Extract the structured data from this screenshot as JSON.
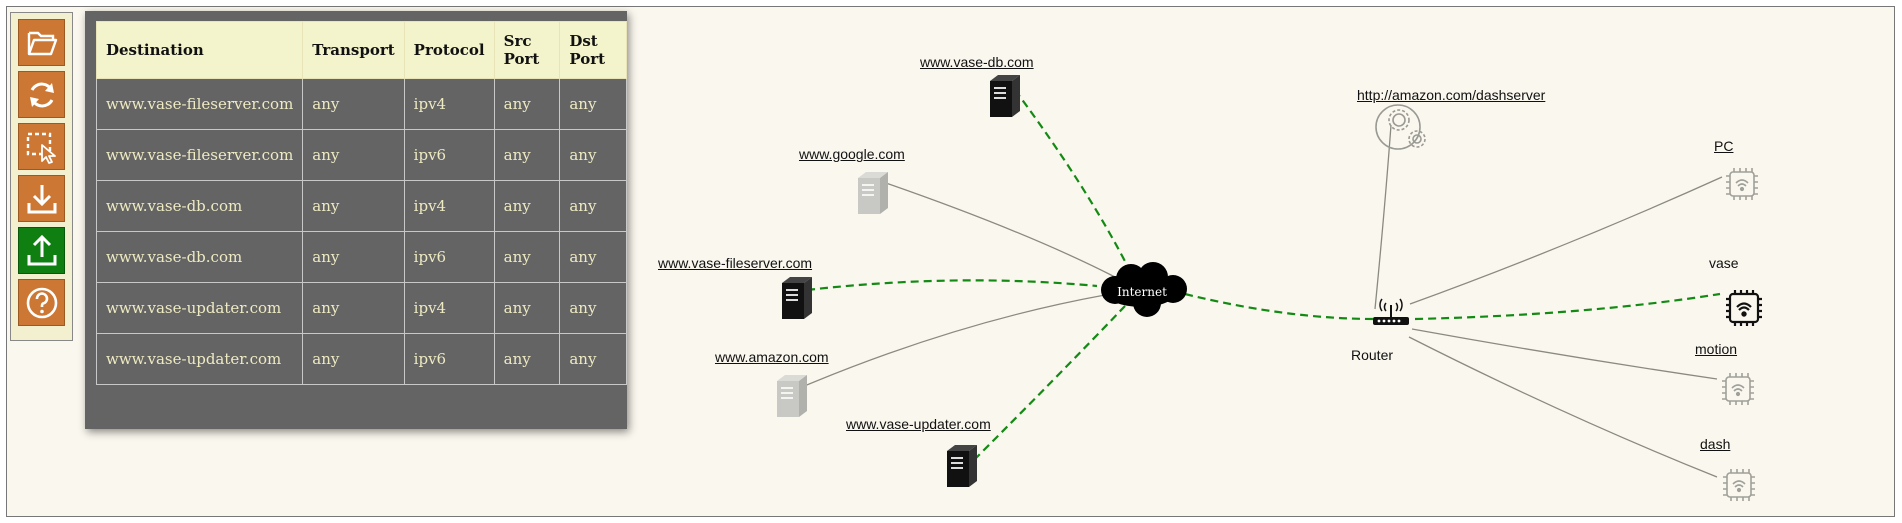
{
  "toolbar": {
    "buttons": [
      {
        "name": "open-button",
        "icon": "folder-open-icon"
      },
      {
        "name": "refresh-button",
        "icon": "refresh-icon"
      },
      {
        "name": "select-button",
        "icon": "selection-cursor-icon"
      },
      {
        "name": "download-button",
        "icon": "download-icon"
      },
      {
        "name": "upload-button",
        "icon": "upload-icon",
        "active": true
      },
      {
        "name": "help-button",
        "icon": "help-icon"
      }
    ]
  },
  "table": {
    "headers": [
      "Destination",
      "Transport",
      "Protocol",
      "Src Port",
      "Dst Port"
    ],
    "rows": [
      [
        "www.vase-fileserver.com",
        "any",
        "ipv4",
        "any",
        "any"
      ],
      [
        "www.vase-fileserver.com",
        "any",
        "ipv6",
        "any",
        "any"
      ],
      [
        "www.vase-db.com",
        "any",
        "ipv4",
        "any",
        "any"
      ],
      [
        "www.vase-db.com",
        "any",
        "ipv6",
        "any",
        "any"
      ],
      [
        "www.vase-updater.com",
        "any",
        "ipv4",
        "any",
        "any"
      ],
      [
        "www.vase-updater.com",
        "any",
        "ipv6",
        "any",
        "any"
      ]
    ]
  },
  "network": {
    "internet_label": "Internet",
    "router_label": "Router",
    "servers": [
      {
        "label": "www.vase-db.com",
        "active": true
      },
      {
        "label": "www.google.com",
        "active": false
      },
      {
        "label": "www.vase-fileserver.com",
        "active": true
      },
      {
        "label": "www.amazon.com",
        "active": false
      },
      {
        "label": "www.vase-updater.com",
        "active": true
      }
    ],
    "cloud_service": {
      "label": "http://amazon.com/dashserver",
      "icon": "gears-icon"
    },
    "devices": [
      {
        "label": "PC",
        "active": false
      },
      {
        "label": "vase",
        "active": true
      },
      {
        "label": "motion",
        "active": false
      },
      {
        "label": "dash",
        "active": false
      }
    ]
  },
  "colors": {
    "active_link": "#138a13",
    "inactive_link": "#8a8a80",
    "toolbar_button": "#cc7834",
    "toolbar_active": "#0f7f12",
    "panel": "#646464",
    "header": "#f3f3cc",
    "cell_text": "#eeeac2"
  }
}
